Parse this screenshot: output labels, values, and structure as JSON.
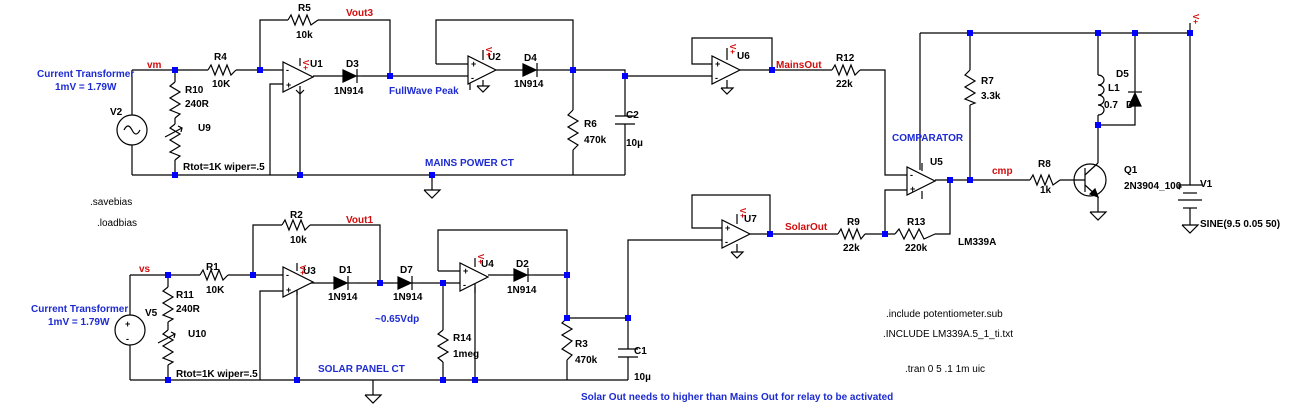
{
  "top": {
    "ct_label": [
      "Current Transformer",
      "1mV = 1.79W"
    ],
    "net_vm": "vm",
    "net_vout3": "Vout3",
    "net_mainsout": "MainsOut",
    "net_fullwave": "FullWave Peak",
    "section_label": "MAINS POWER CT",
    "R4": [
      "R4",
      "10K"
    ],
    "R5": [
      "R5",
      "10k"
    ],
    "R10": [
      "R10",
      "240R"
    ],
    "U9": [
      "U9",
      "Rtot=1K wiper=.5"
    ],
    "V2": "V2",
    "U1": "U1",
    "U2": "U2",
    "U6": "U6",
    "D3": [
      "D3",
      "1N914"
    ],
    "D4": [
      "D4",
      "1N914"
    ],
    "R6": [
      "R6",
      "470k"
    ],
    "C2": [
      "C2",
      "10µ"
    ],
    "R12": [
      "R12",
      "22k"
    ]
  },
  "bottom": {
    "ct_label": [
      "Current Transformer",
      "1mV = 1.79W"
    ],
    "net_vs": "vs",
    "net_vout1": "Vout1",
    "net_solarout": "SolarOut",
    "vdp_note": "~0.65Vdp",
    "section_label": "SOLAR PANEL CT",
    "R1": [
      "R1",
      "10K"
    ],
    "R2": [
      "R2",
      "10k"
    ],
    "R11": [
      "R11",
      "240R"
    ],
    "U10": [
      "U10",
      "Rtot=1K wiper=.5"
    ],
    "V5": "V5",
    "U3": "U3",
    "U4": "U4",
    "U7": "U7",
    "D1": [
      "D1",
      "1N914"
    ],
    "D7": [
      "D7",
      "1N914"
    ],
    "D2": [
      "D2",
      "1N914"
    ],
    "R14": [
      "R14",
      "1meg"
    ],
    "R3": [
      "R3",
      "470k"
    ],
    "C1": [
      "C1",
      "10µ"
    ],
    "R9": [
      "R9",
      "22k"
    ],
    "R13": [
      "R13",
      "220k"
    ]
  },
  "right": {
    "comparator_label": "COMPARATOR",
    "U5": "U5",
    "U5_model": "LM339A",
    "R7": [
      "R7",
      "3.3k"
    ],
    "R8": [
      "R8",
      "1k"
    ],
    "net_cmp": "cmp",
    "Q1": [
      "Q1",
      "2N3904_100"
    ],
    "L1": [
      "L1",
      "0.7"
    ],
    "D5": [
      "D5",
      "D"
    ],
    "V1": [
      "V1",
      "SINE(9.5 0.05 50)"
    ],
    "supply_tag": "V+"
  },
  "directives": {
    "savebias": ".savebias",
    "loadbias": ".loadbias",
    "include_pot": ".include potentiometer.sub",
    "include_lm339": ".INCLUDE LM339A.5_1_ti.txt",
    "tran": ".tran 0 5 .1 1m uic"
  },
  "note": "Solar Out needs to higher than  Mains Out for relay to be activated",
  "colors": {
    "wire": "#000000",
    "label_blue": "#1d2bd1",
    "net_red": "#d10d0d",
    "junction": "#0000ff"
  }
}
